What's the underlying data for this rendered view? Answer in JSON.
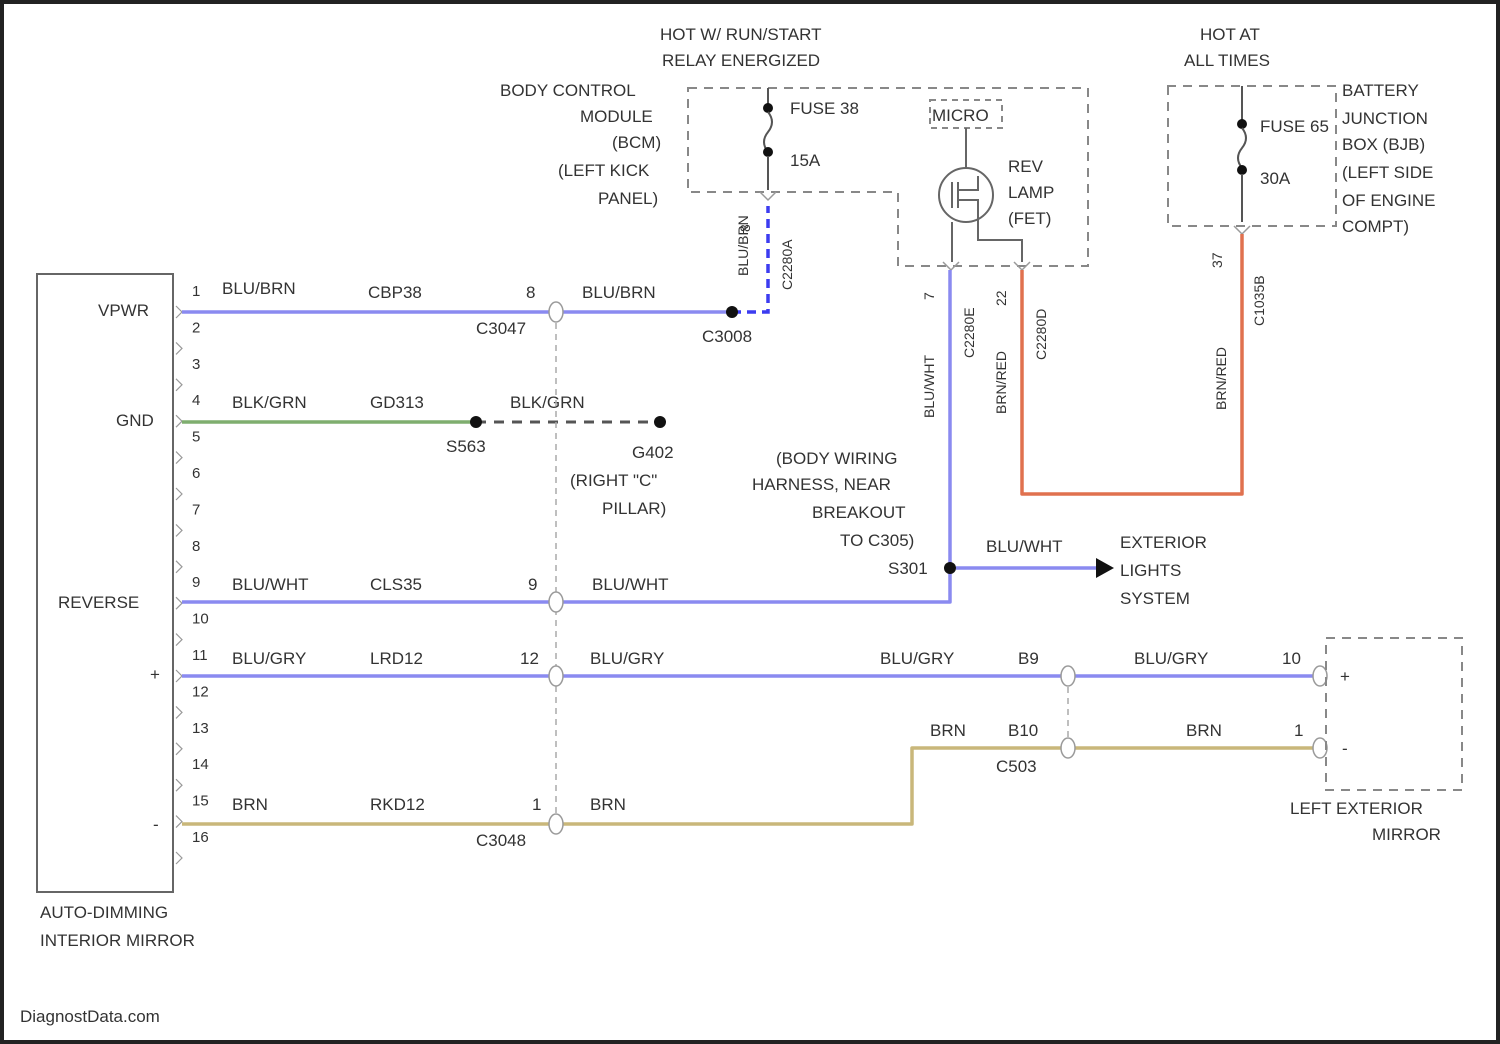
{
  "colors": {
    "blue_wire": "#8a8af0",
    "green_wire": "#7fae6f",
    "orange_wire": "#e0714f",
    "tan_wire": "#c9b77a",
    "dark_blue_dash": "#3c3cf0",
    "frame": "#222222"
  },
  "mirror": {
    "title_line1": "AUTO-DIMMING",
    "title_line2": "INTERIOR MIRROR",
    "lbl_vpwr": "VPWR",
    "lbl_gnd": "GND",
    "lbl_reverse": "REVERSE",
    "lbl_plus": "+",
    "lbl_minus": "-",
    "pins": [
      "1",
      "2",
      "3",
      "4",
      "5",
      "6",
      "7",
      "8",
      "9",
      "10",
      "11",
      "12",
      "13",
      "14",
      "15",
      "16"
    ]
  },
  "top": {
    "hot_run_1": "HOT W/ RUN/START",
    "hot_run_2": "RELAY ENERGIZED",
    "hot_all_1": "HOT AT",
    "hot_all_2": "ALL TIMES"
  },
  "bcm": {
    "l1": "BODY CONTROL",
    "l2": "MODULE",
    "l3": "(BCM)",
    "l4": "(LEFT KICK",
    "l5": "PANEL)",
    "fuse_name": "FUSE 38",
    "fuse_amp": "15A",
    "pin": "8",
    "conn": "C2280A",
    "wire": "BLU/BRN",
    "wire2": "CBP38"
  },
  "micro": {
    "name": "MICRO",
    "l1": "REV",
    "l2": "LAMP",
    "l3": "(FET)",
    "pin_a": "7",
    "conn_a": "C2280E",
    "wire_a": "BLU/WHT",
    "pin_b": "22",
    "conn_b": "C2280D",
    "wire_b": "BRN/RED"
  },
  "bjb": {
    "l1": "BATTERY",
    "l2": "JUNCTION",
    "l3": "BOX (BJB)",
    "l4": "(LEFT SIDE",
    "l5": "OF ENGINE",
    "l6": "COMPT)",
    "fuse_name": "FUSE 65",
    "fuse_amp": "30A",
    "pin": "37",
    "conn": "C1035B",
    "wire": "BRN/RED"
  },
  "row1": {
    "wire": "BLU/BRN",
    "circuit": "CBP38",
    "pin": "8",
    "conn": "C3047",
    "wire2": "BLU/BRN",
    "splice": "C3008"
  },
  "row4": {
    "wire": "BLK/GRN",
    "circuit": "GD313",
    "splice": "S563",
    "wire2": "BLK/GRN",
    "ground": "G402",
    "ground_l2": "(RIGHT \"C\"",
    "ground_l3": "PILLAR)"
  },
  "row9": {
    "wire": "BLU/WHT",
    "circuit": "CLS35",
    "pin": "9",
    "wire2": "BLU/WHT"
  },
  "breakout": {
    "l1": "(BODY WIRING",
    "l2": "HARNESS, NEAR",
    "l3": "BREAKOUT",
    "l4": "TO C305)",
    "splice": "S301",
    "wire": "BLU/WHT",
    "ext1": "EXTERIOR",
    "ext2": "LIGHTS",
    "ext3": "SYSTEM"
  },
  "row11": {
    "wire": "BLU/GRY",
    "circuit": "LRD12",
    "pin": "12",
    "wire2": "BLU/GRY",
    "wire3": "BLU/GRY",
    "pin2": "B9",
    "wire4": "BLU/GRY",
    "pin3": "10"
  },
  "row15": {
    "wire": "BRN",
    "circuit": "RKD12",
    "pin": "1",
    "conn": "C3048",
    "wire2": "BRN",
    "wire3": "BRN",
    "pin2": "B10",
    "conn2": "C503",
    "wire4": "BRN",
    "pin3": "1"
  },
  "ext_mirror": {
    "l1": "LEFT EXTERIOR",
    "l2": "MIRROR",
    "plus": "+",
    "minus": "-"
  },
  "watermark": "DiagnostData.com"
}
